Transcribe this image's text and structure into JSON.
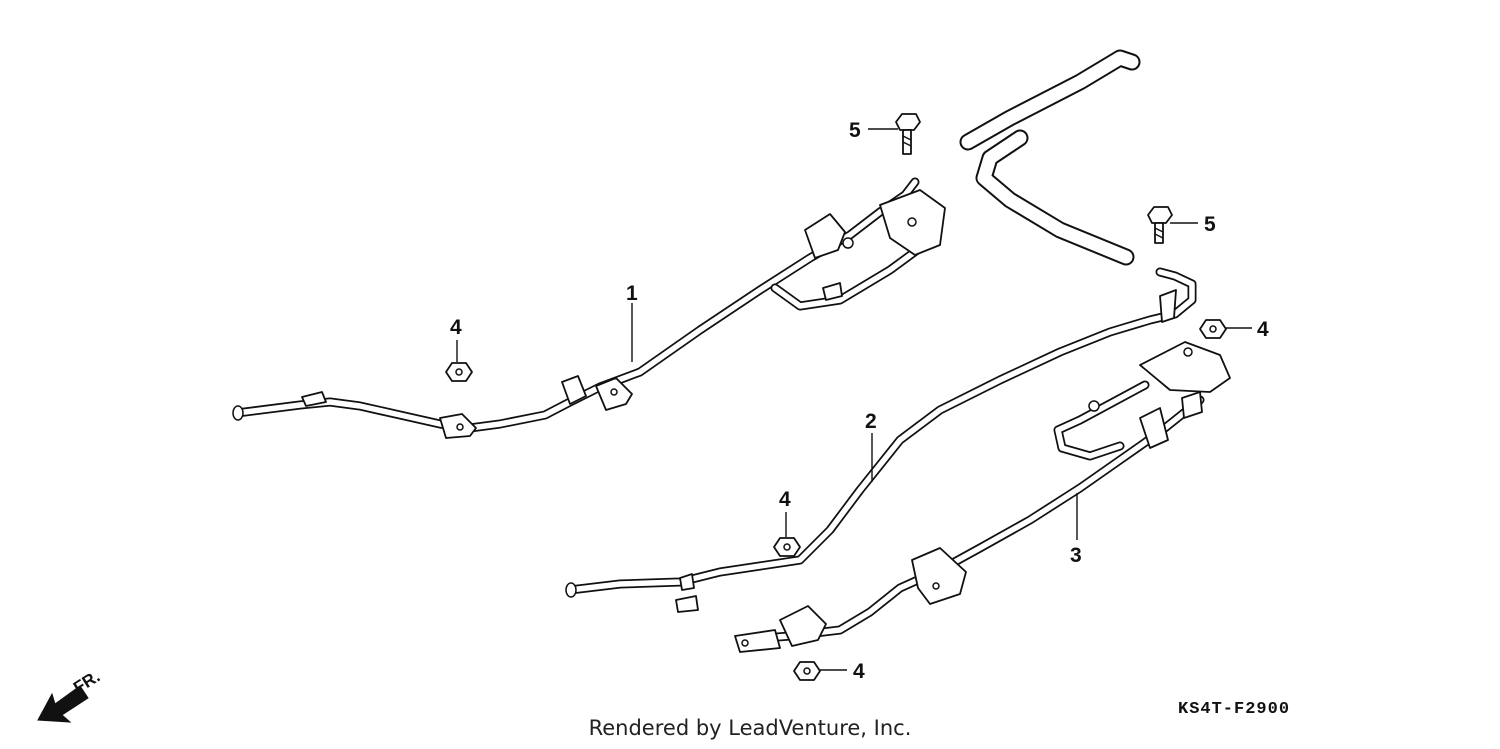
{
  "callouts": {
    "part_1": "1",
    "part_2": "2",
    "part_3": "3",
    "part_4": "4",
    "part_5": "5"
  },
  "front_arrow_label": "FR.",
  "part_code": "KS4T-F2900",
  "render_credit": "Rendered by LeadVenture, Inc."
}
